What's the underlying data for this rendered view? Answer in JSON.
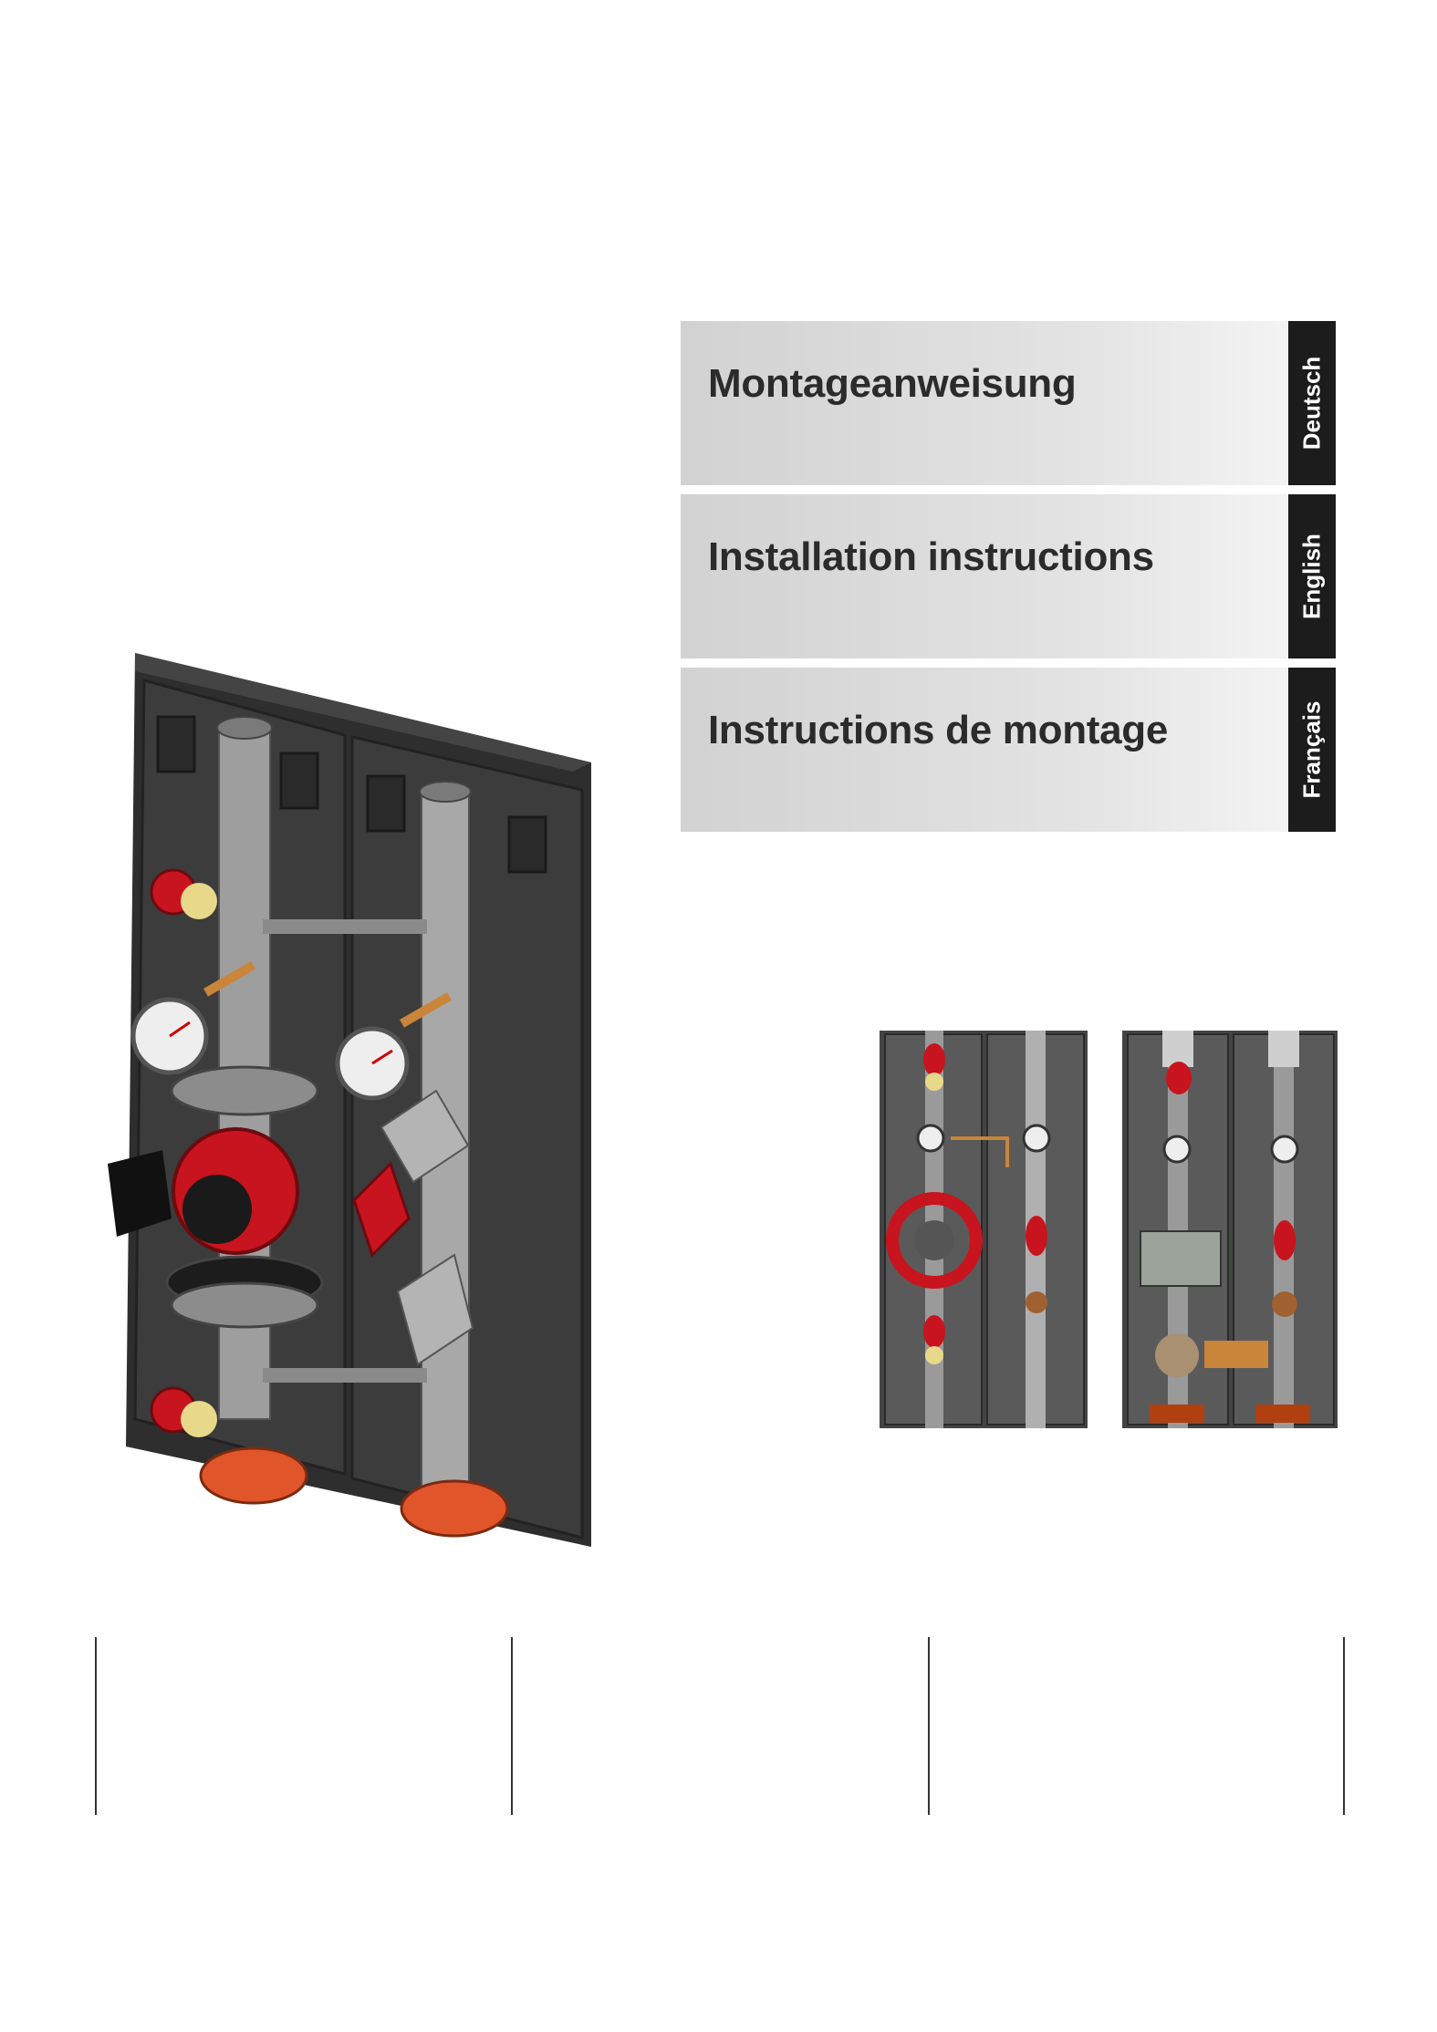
{
  "languages": [
    {
      "title": "Montageanweisung",
      "tab": "Deutsch"
    },
    {
      "title": "Installation instructions",
      "tab": "English"
    },
    {
      "title": "Instructions de montage",
      "tab": "Français"
    }
  ],
  "colors": {
    "insulation": "#3a3a3a",
    "pipe": "#a9a9a9",
    "valve_red": "#c8141e",
    "tab_black": "#1c1c1c",
    "copper": "#c9853a",
    "orange_fitting": "#e0552a"
  },
  "images": {
    "hero": "pump-station-3d-illustration",
    "thumb_left": "pump-station-variant-1",
    "thumb_right": "pump-station-variant-2"
  }
}
